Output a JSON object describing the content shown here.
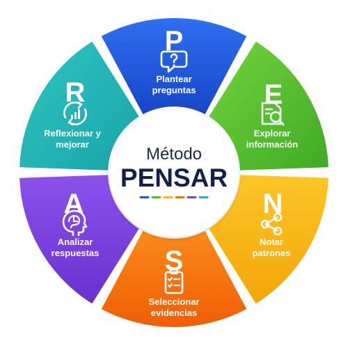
{
  "center": {
    "title": "Método",
    "subtitle": "PENSAR"
  },
  "segments": [
    {
      "letter": "P",
      "line1": "Plantear",
      "line2": "preguntas",
      "icon": "speech-bubble-question-icon",
      "color": "#1c57e0"
    },
    {
      "letter": "E",
      "line1": "Explorar",
      "line2": "información",
      "icon": "search-document-icon",
      "color": "#56c22e"
    },
    {
      "letter": "N",
      "line1": "Notar",
      "line2": "patrones",
      "icon": "share-nodes-icon",
      "color": "#f7b814"
    },
    {
      "letter": "S",
      "line1": "Seleccionar",
      "line2": "evidencias",
      "icon": "clipboard-checklist-icon",
      "color": "#f5710b"
    },
    {
      "letter": "A",
      "line1": "Analizar",
      "line2": "respuestas",
      "icon": "brain-head-icon",
      "color": "#7a3fdc"
    },
    {
      "letter": "R",
      "line1": "Reflexionar y",
      "line2": "mejorar",
      "icon": "cycle-chart-icon",
      "color": "#21b4b1"
    }
  ],
  "divider_colors": [
    "#1c57e0",
    "#56c22e",
    "#f7b814",
    "#f5710b",
    "#7a3fdc",
    "#21b4b1"
  ]
}
